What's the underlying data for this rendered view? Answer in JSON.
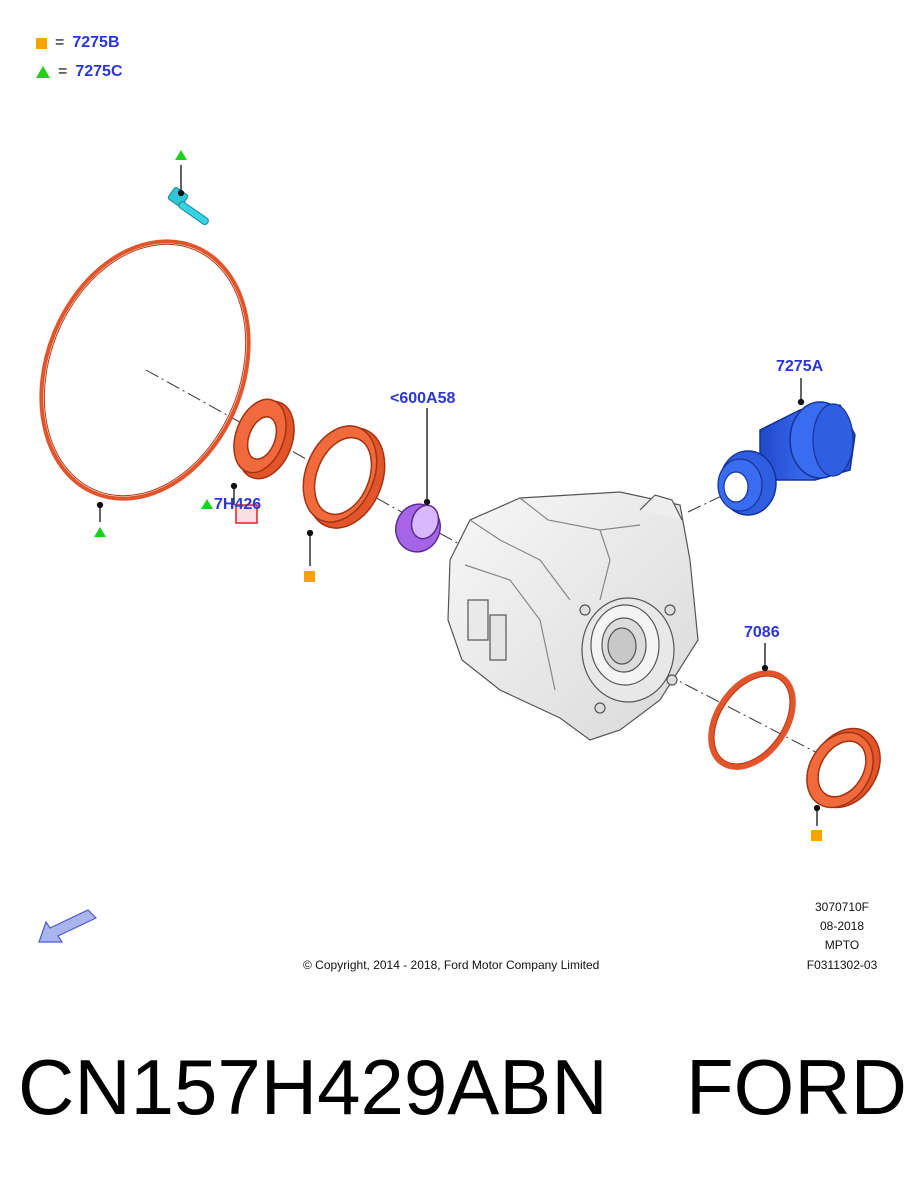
{
  "legend": [
    {
      "marker": "square",
      "color": "#f7a400",
      "equals": "=",
      "code": "7275B"
    },
    {
      "marker": "triangle",
      "color": "#1dd01d",
      "equals": "=",
      "code": "7275C"
    }
  ],
  "callouts": {
    "c7275a": "7275A",
    "c600a58": "<600A58",
    "c7h426": "7H426",
    "c7086": "7086"
  },
  "meta": {
    "illustration_id": "3070710F",
    "date": "08-2018",
    "system": "MPTO",
    "figure": "F0311302-03"
  },
  "copyright": "© Copyright, 2014 - 2018, Ford Motor Company Limited",
  "caption": {
    "part_number": "CN157H429ABN",
    "brand": "FORD"
  },
  "colors": {
    "label_blue": "#2b35d8",
    "seal_orange": "#e2542a",
    "marker_orange": "#f7a400",
    "marker_green": "#1dd01d",
    "flange_blue": "#2f5fe0",
    "sleeve_purple": "#a565e6",
    "bolt_teal": "#2fc6d6"
  },
  "icons": [
    "nav-arrow-icon",
    "square-marker-icon",
    "triangle-marker-icon"
  ]
}
